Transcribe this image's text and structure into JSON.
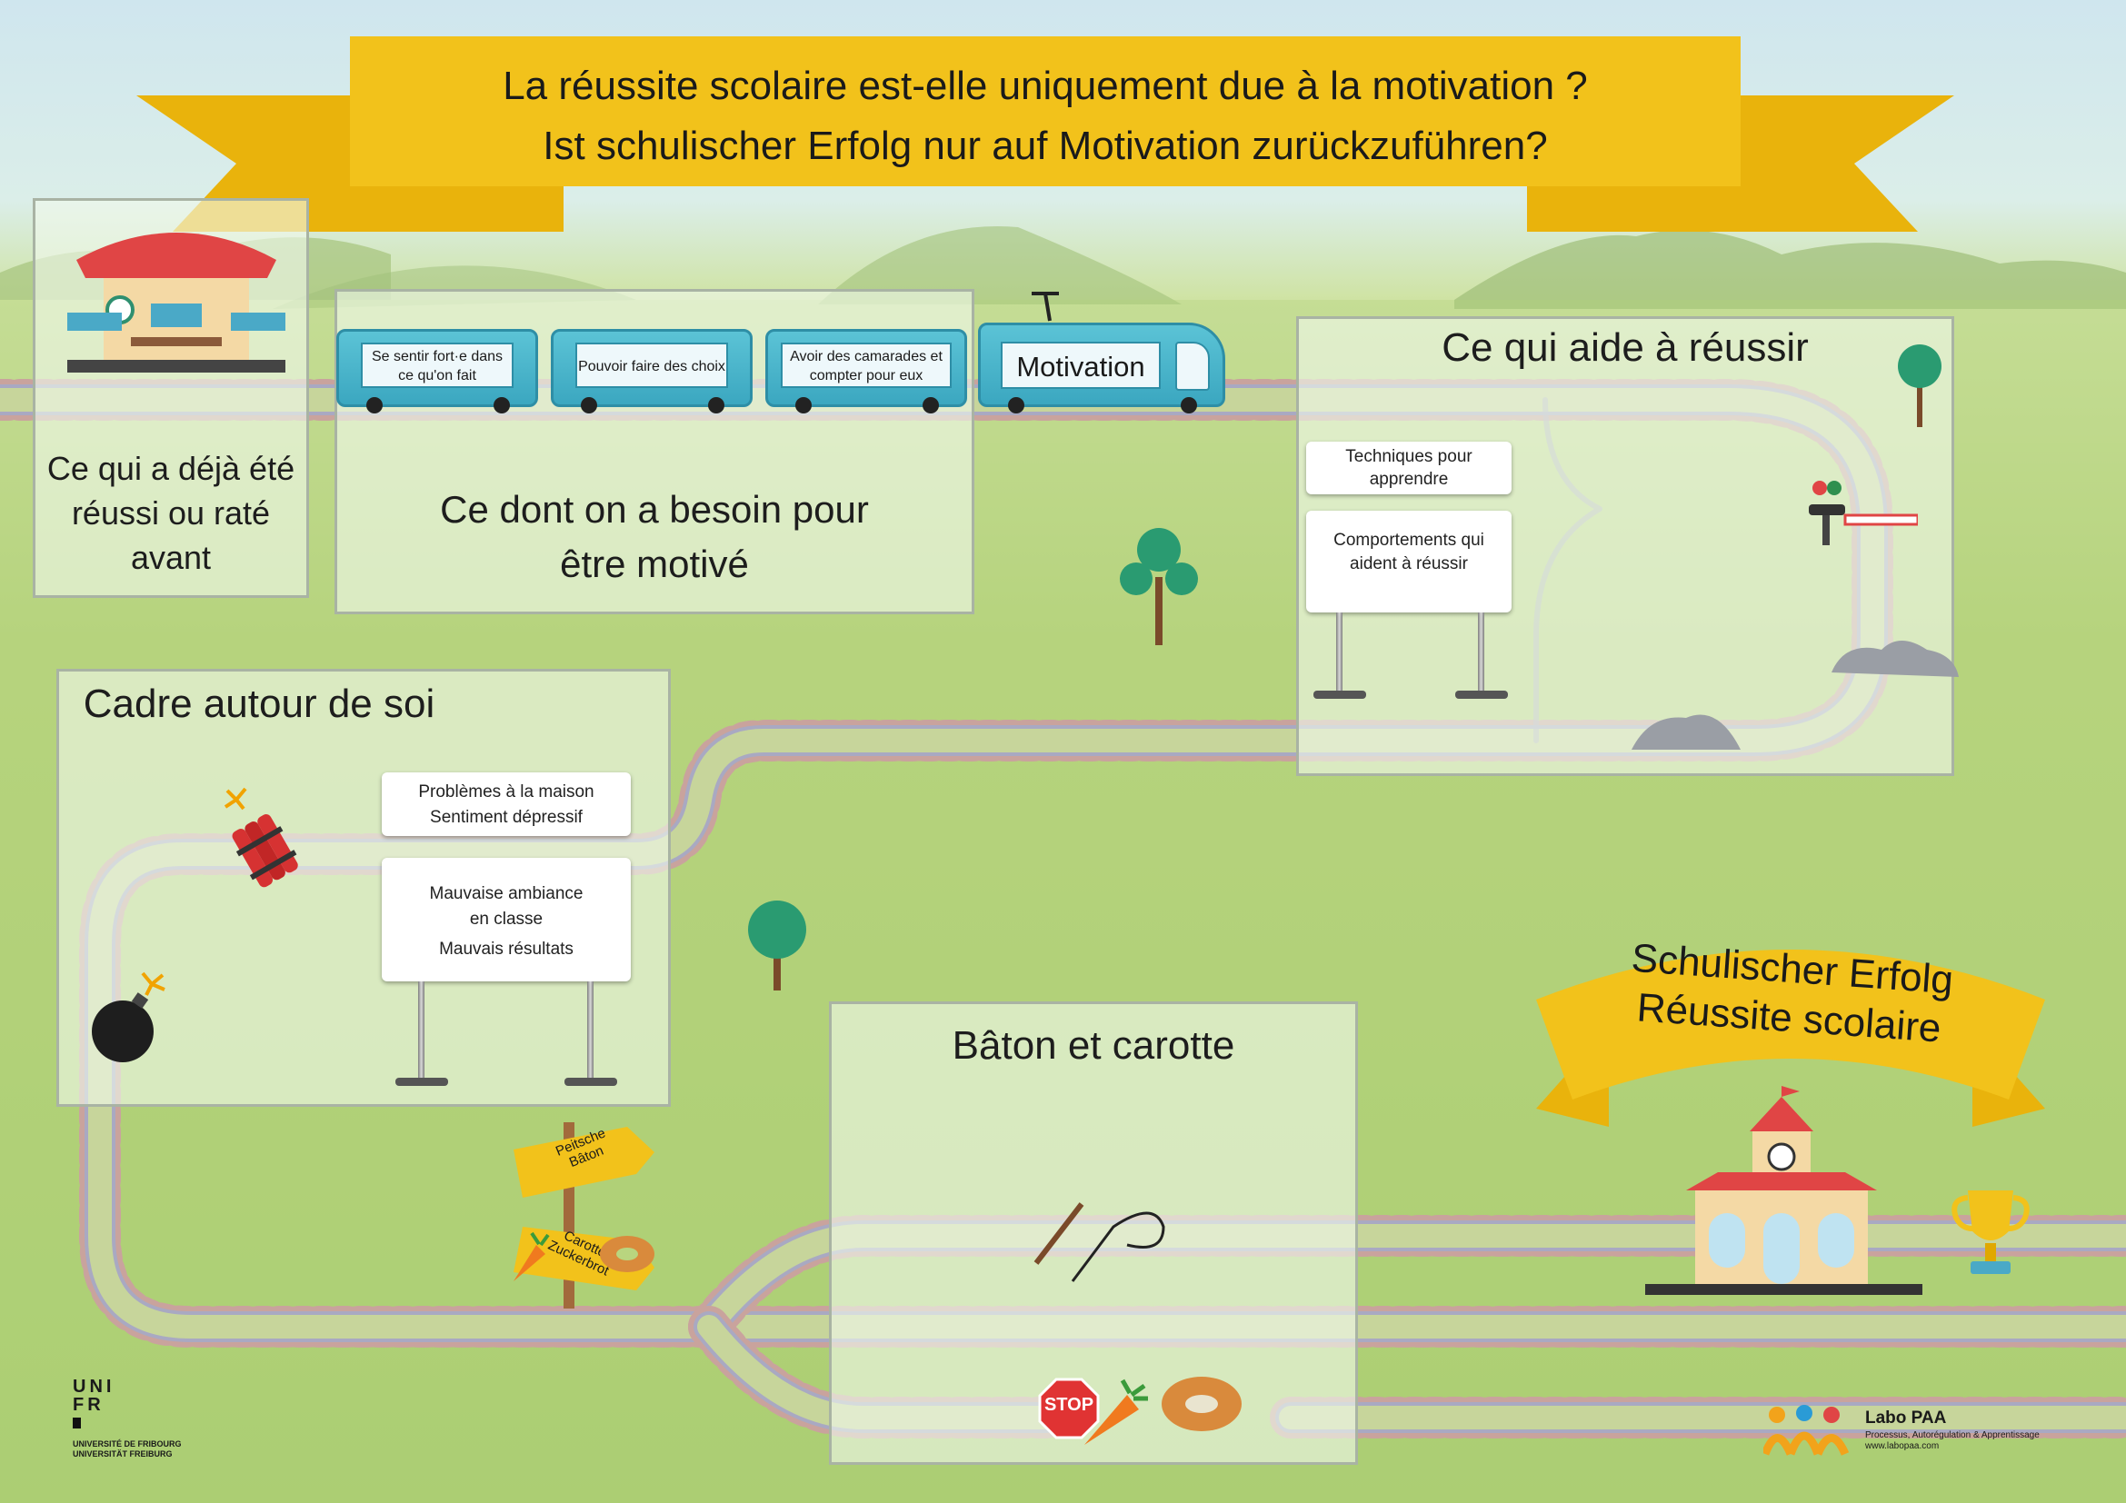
{
  "header": {
    "title_fr": "La réussite scolaire est-elle uniquement due à la motivation ?",
    "title_de": "Ist schulischer Erfolg nur auf Motivation zurückzuführen?"
  },
  "panels": {
    "past": "Ce qui a déjà été réussi ou raté avant",
    "needs": "Ce dont on a besoin pour être motivé",
    "helps": "Ce qui aide à réussir",
    "context": "Cadre autour de soi",
    "carrot_stick": "Bâton et carotte"
  },
  "train": {
    "wagons": [
      "Se sentir fort·e dans ce qu'on fait",
      "Pouvoir faire des choix",
      "Avoir des camarades et compter pour eux"
    ],
    "engine": "Motivation"
  },
  "signs": {
    "techniques": "Techniques pour apprendre",
    "behaviours": "Comportements qui aident à réussir",
    "home_problems": "Problèmes à la maison",
    "depressive": "Sentiment dépressif",
    "class_mood": "Mauvaise ambiance en classe",
    "bad_results": "Mauvais résultats"
  },
  "signpost": {
    "top_line1": "Peitsche",
    "top_line2": "Bâton",
    "bottom_line1": "Carotte",
    "bottom_line2": "Zuckerbrot"
  },
  "stop_sign": "STOP",
  "goal_banner": {
    "line1": "Schulischer Erfolg",
    "line2": "Réussite scolaire"
  },
  "footer": {
    "uni_letters": [
      "U",
      "N",
      "I",
      "F",
      "R"
    ],
    "uni_fr": "UNIVERSITÉ DE FRIBOURG",
    "uni_de": "UNIVERSITÄT FREIBURG",
    "lab_name": "Labo PAA",
    "lab_tagline": "Processus, Autorégulation & Apprentissage",
    "lab_url": "www.labopaa.com"
  },
  "colors": {
    "banner_gold": "#f2c21b",
    "train_blue": "#4db8cf",
    "rail_tie": "#c9a39d",
    "rail_steel": "#a9a9c2",
    "roof_red": "#e04545"
  }
}
